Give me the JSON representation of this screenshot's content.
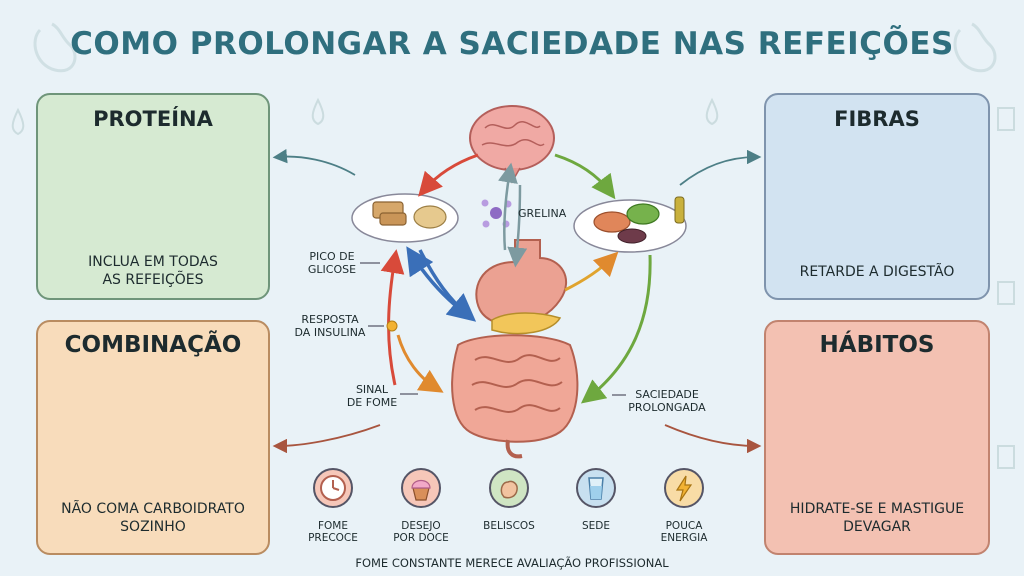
{
  "title": "COMO PROLONGAR A SACIEDADE NAS REFEIÇÕES",
  "cards": {
    "proteina": {
      "title": "PROTEÍNA",
      "caption_1": "INCLUA EM TODAS",
      "caption_2": "AS REFEIÇÕES"
    },
    "fibras": {
      "title": "FIBRAS",
      "caption_1": "RETARDE A DIGESTÃO"
    },
    "combinacao": {
      "title": "COMBINAÇÃO",
      "caption_1": "NÃO COMA CARBOIDRATO",
      "caption_2": "SOZINHO"
    },
    "habitos": {
      "title": "HÁBITOS",
      "caption_1": "HIDRATE-SE E MASTIGUE",
      "caption_2": "DEVAGAR"
    }
  },
  "cycle_labels": {
    "grelina": "GRELINA",
    "pico_1": "PICO DE",
    "pico_2": "GLICOSE",
    "resposta_1": "RESPOSTA",
    "resposta_2": "DA INSULINA",
    "sinal_1": "SINAL",
    "sinal_2": "DE FOME",
    "saciedade_1": "SACIEDADE",
    "saciedade_2": "PROLONGADA"
  },
  "warnings": [
    {
      "label_1": "FOME",
      "label_2": "PRECOCE",
      "icon": "clock-icon",
      "color": "#f6c7b9"
    },
    {
      "label_1": "DESEJO",
      "label_2": "POR DOCE",
      "icon": "cupcake-icon",
      "color": "#f6c7b9"
    },
    {
      "label_1": "BELISCOS",
      "label_2": "",
      "icon": "hand-icon",
      "color": "#cfe5c3"
    },
    {
      "label_1": "SEDE",
      "label_2": "",
      "icon": "water-glass-icon",
      "color": "#c8e0f0"
    },
    {
      "label_1": "POUCA",
      "label_2": "ENERGIA",
      "icon": "lightning-icon",
      "color": "#f8dca6"
    }
  ],
  "footer": "FOME CONSTANTE MERECE AVALIAÇÃO PROFISSIONAL",
  "colors": {
    "title": "#2f6f7e",
    "proteina": "#d6ead2",
    "fibras": "#d2e3f1",
    "combinacao": "#f8dcbb",
    "habitos": "#f3c1b2"
  }
}
